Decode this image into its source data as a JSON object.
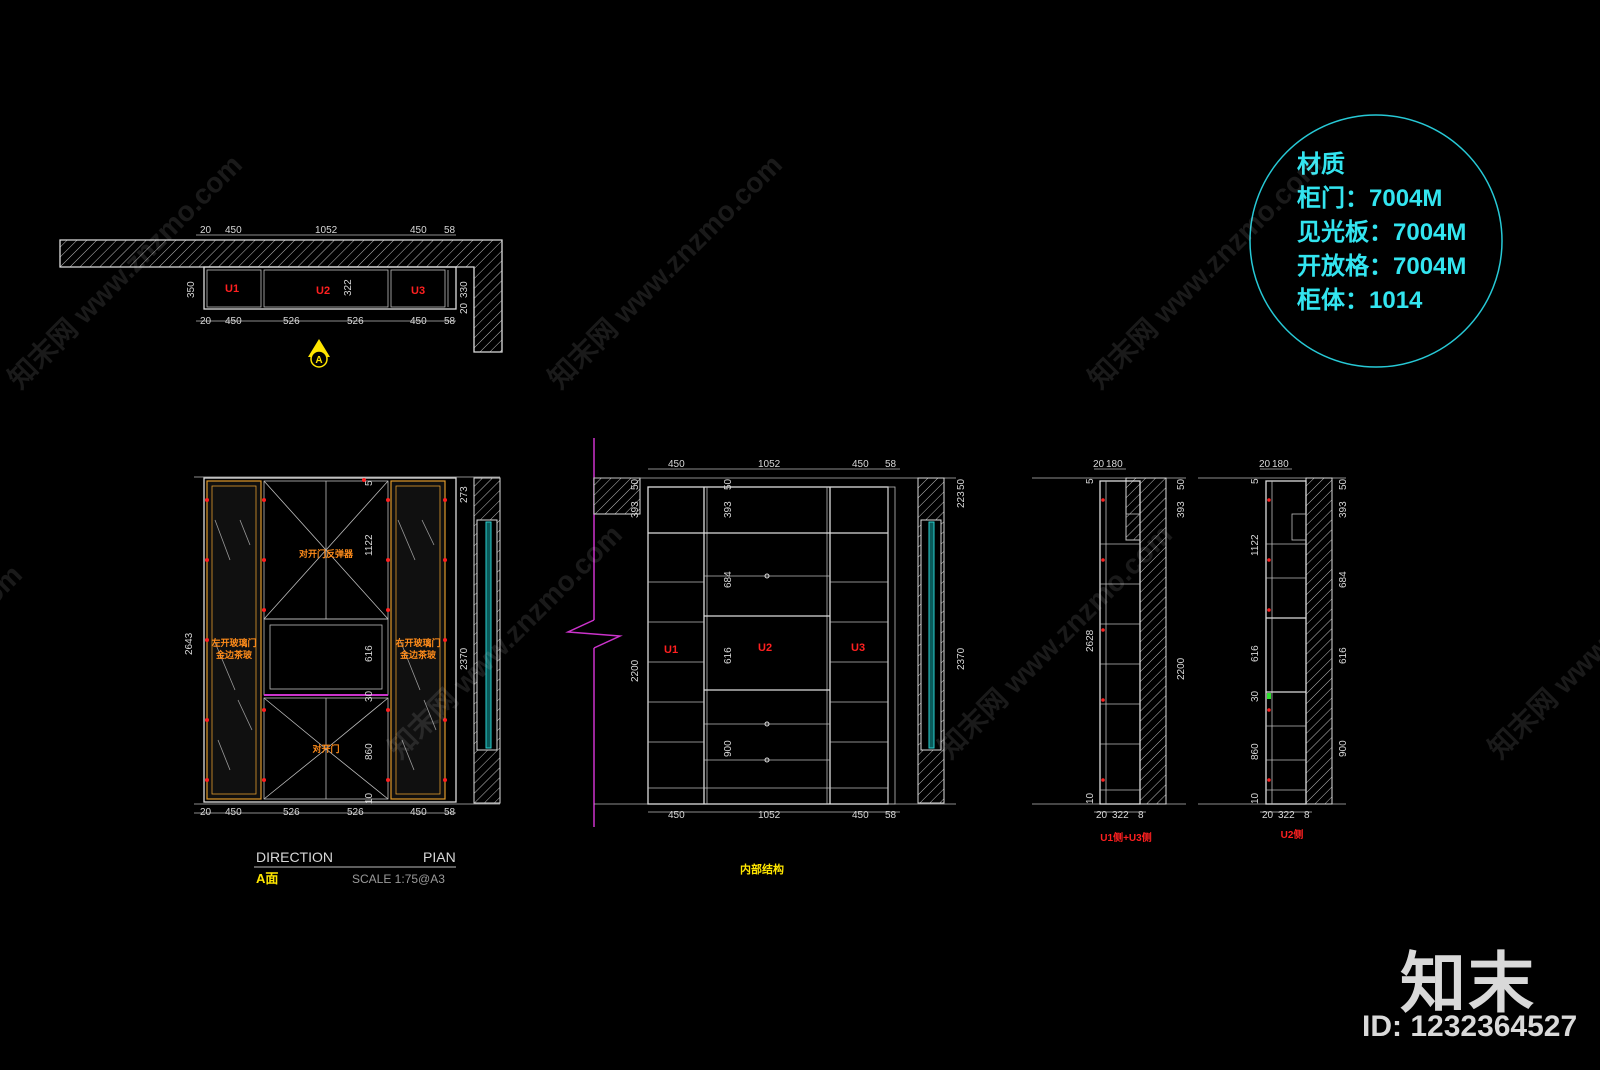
{
  "materials": {
    "title": "材质",
    "lines": [
      "柜门：7004M",
      "见光板：7004M",
      "开放格：7004M",
      "柜体：1014"
    ],
    "color": "#33e5f0"
  },
  "plan": {
    "dims_top": [
      "20",
      "450",
      "1052",
      "450",
      "58"
    ],
    "dims_bottom": [
      "20",
      "450",
      "526",
      "526",
      "450",
      "58"
    ],
    "dim_left": "350",
    "dim_inner": "322",
    "dims_right": [
      "330",
      "20"
    ],
    "units": [
      "U1",
      "U2",
      "U3"
    ],
    "marker": "A"
  },
  "elevation_a": {
    "dims_bottom": [
      "20",
      "450",
      "526",
      "526",
      "450",
      "58"
    ],
    "dim_left": "2643",
    "dims_center": [
      "5",
      "1122",
      "616",
      "30",
      "860",
      "10"
    ],
    "dims_right": [
      "273",
      "2370"
    ],
    "labels": {
      "top_doors": "对开门反弹器",
      "bottom_doors": "对开门",
      "left_door": [
        "左开玻璃门",
        "金边茶玻"
      ],
      "right_door": [
        "右开玻璃门",
        "金边茶玻"
      ]
    },
    "title_block": {
      "direction": "DIRECTION",
      "pian": "PIAN",
      "name": "A面",
      "scale": "SCALE 1:75@A3"
    }
  },
  "internal": {
    "dims_top": [
      "450",
      "1052",
      "450",
      "58"
    ],
    "dims_bottom": [
      "450",
      "1052",
      "450",
      "58"
    ],
    "dims_left": [
      "50",
      "393",
      "2200"
    ],
    "dims_center": [
      "50",
      "393",
      "684",
      "616",
      "900"
    ],
    "dims_right": [
      "223",
      "50",
      "2370"
    ],
    "units": [
      "U1",
      "U2",
      "U3"
    ],
    "caption": "内部结构"
  },
  "section_u1u3": {
    "dims_top": [
      "20",
      "180"
    ],
    "dims_left": [
      "5",
      "2628",
      "10"
    ],
    "dims_right": [
      "50",
      "393",
      "2200"
    ],
    "dims_bottom": [
      "20",
      "322",
      "8"
    ],
    "caption": "U1侧+U3侧"
  },
  "section_u2": {
    "dims_top": [
      "20",
      "180"
    ],
    "dims_left": [
      "5",
      "1122",
      "616",
      "30",
      "860",
      "10"
    ],
    "dims_right": [
      "50",
      "393",
      "684",
      "616",
      "900"
    ],
    "dims_bottom": [
      "20",
      "322",
      "8"
    ],
    "caption": "U2侧"
  },
  "watermark": {
    "text": "知末网 www.znzmo.com",
    "logo": "知末",
    "id": "ID: 1232364527"
  }
}
